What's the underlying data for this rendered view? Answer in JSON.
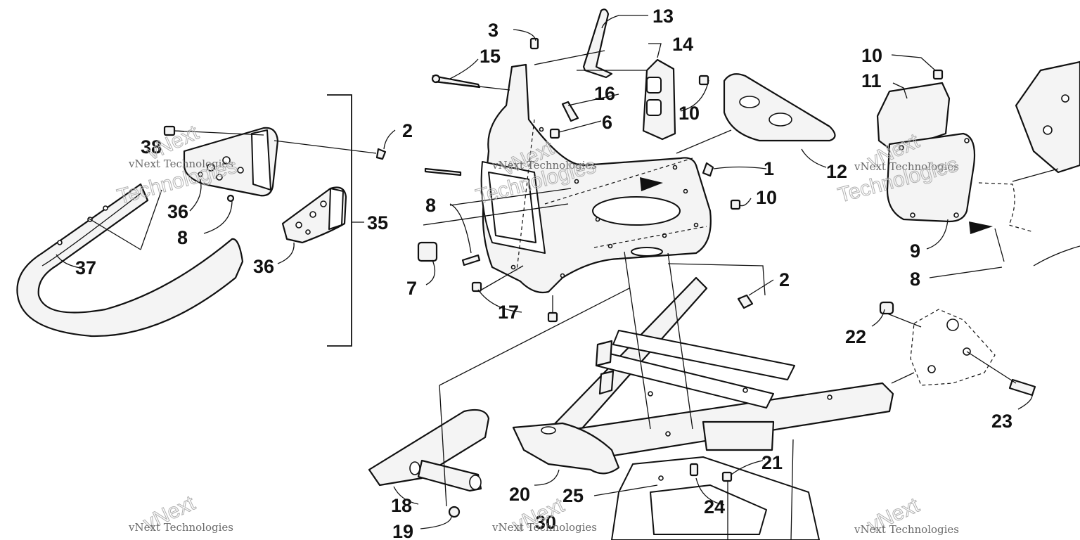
{
  "diagram": {
    "callouts": [
      {
        "id": "c1",
        "label": "1"
      },
      {
        "id": "c2a",
        "label": "2"
      },
      {
        "id": "c2b",
        "label": "2"
      },
      {
        "id": "c3",
        "label": "3"
      },
      {
        "id": "c6",
        "label": "6"
      },
      {
        "id": "c7",
        "label": "7"
      },
      {
        "id": "c8a",
        "label": "8"
      },
      {
        "id": "c8b",
        "label": "8"
      },
      {
        "id": "c8c",
        "label": "8"
      },
      {
        "id": "c9",
        "label": "9"
      },
      {
        "id": "c10a",
        "label": "10"
      },
      {
        "id": "c10b",
        "label": "10"
      },
      {
        "id": "c10c",
        "label": "10"
      },
      {
        "id": "c11",
        "label": "11"
      },
      {
        "id": "c12",
        "label": "12"
      },
      {
        "id": "c13",
        "label": "13"
      },
      {
        "id": "c14",
        "label": "14"
      },
      {
        "id": "c15",
        "label": "15"
      },
      {
        "id": "c16",
        "label": "16"
      },
      {
        "id": "c17",
        "label": "17"
      },
      {
        "id": "c18",
        "label": "18"
      },
      {
        "id": "c19",
        "label": "19"
      },
      {
        "id": "c20",
        "label": "20"
      },
      {
        "id": "c21",
        "label": "21"
      },
      {
        "id": "c22",
        "label": "22"
      },
      {
        "id": "c23",
        "label": "23"
      },
      {
        "id": "c24",
        "label": "24"
      },
      {
        "id": "c25",
        "label": "25"
      },
      {
        "id": "c30",
        "label": "30"
      },
      {
        "id": "c35",
        "label": "35"
      },
      {
        "id": "c36a",
        "label": "36"
      },
      {
        "id": "c36b",
        "label": "36"
      },
      {
        "id": "c37",
        "label": "37"
      },
      {
        "id": "c38",
        "label": "38"
      }
    ],
    "watermark": {
      "line1": "vNext",
      "line2": "vNext Technologies",
      "line3": "Technologies"
    }
  }
}
